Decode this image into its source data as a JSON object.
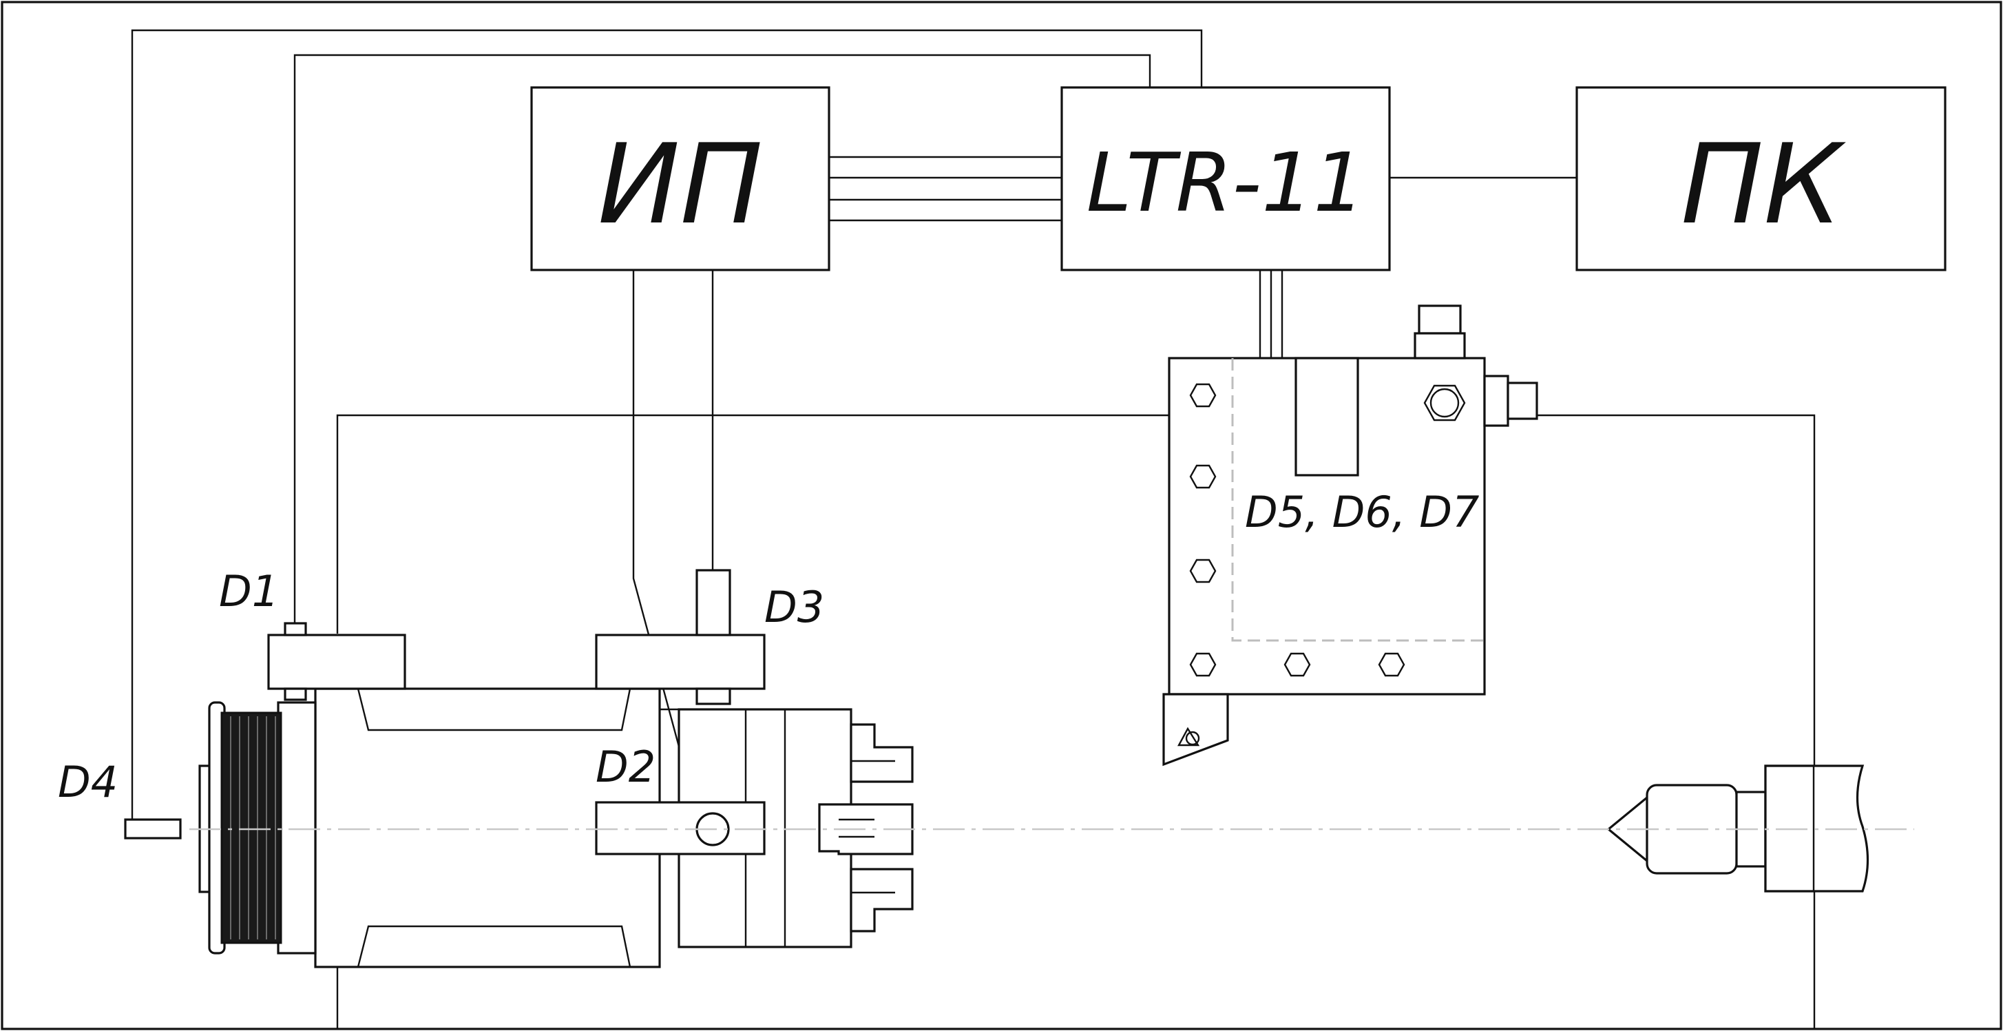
{
  "blocks": {
    "power_supply": "ИП",
    "adc_module": "LTR-11",
    "computer": "ПК"
  },
  "sensors": {
    "d1": "D1",
    "d2": "D2",
    "d3": "D3",
    "d4": "D4",
    "d5_d7": "D5, D6, D7"
  }
}
